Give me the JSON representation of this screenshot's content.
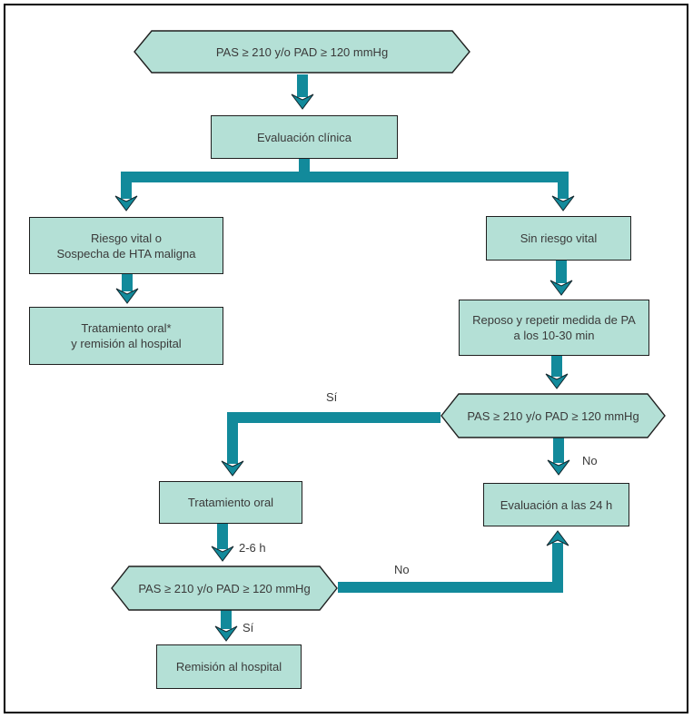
{
  "palette": {
    "node_fill": "#b4e0d6",
    "node_border": "#1f1f1f",
    "arrow": "#128a9b",
    "arrow_edge": "#10242a",
    "text": "#3a3a3a",
    "canvas_border": "#000000",
    "background": "#ffffff"
  },
  "nodes": {
    "hex_top": {
      "label": "PAS ≥ 210 y/o PAD ≥ 120 mmHg"
    },
    "box_eval": {
      "label": "Evaluación clínica"
    },
    "box_riesgo": {
      "line1": "Riesgo vital o",
      "line2": "Sospecha de HTA maligna"
    },
    "box_trat_hosp": {
      "line1": "Tratamiento oral*",
      "line2": "y remisión al hospital"
    },
    "box_sin_riesgo": {
      "label": "Sin riesgo vital"
    },
    "box_reposo": {
      "line1": "Reposo y repetir medida de PA",
      "line2": "a los 10-30 min"
    },
    "hex_mid": {
      "label": "PAS ≥ 210 y/o PAD ≥ 120 mmHg"
    },
    "box_trat_oral": {
      "label": "Tratamiento oral"
    },
    "box_eval24": {
      "label": "Evaluación a las 24 h"
    },
    "hex_bottom": {
      "label": "PAS ≥ 210 y/o PAD ≥ 120 mmHg"
    },
    "box_remision": {
      "label": "Remisión al hospital"
    }
  },
  "edge_labels": {
    "si_mid": "Sí",
    "no_mid": "No",
    "interval": "2-6 h",
    "si_bottom": "Sí",
    "no_bottom": "No"
  }
}
